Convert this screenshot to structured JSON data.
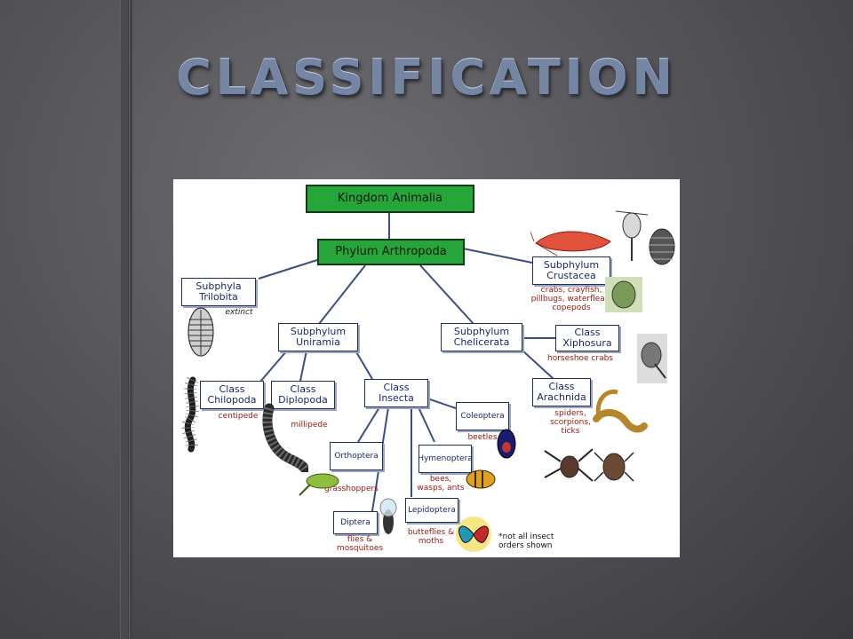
{
  "slide": {
    "title": "CLASSIFICATION"
  },
  "diagram": {
    "kingdom": "Kingdom Animalia",
    "phylum": "Phylum Arthropoda",
    "trilobita": {
      "line1": "Subphyla",
      "line2": "Trilobita",
      "note": "extinct"
    },
    "crustacea": {
      "line1": "Subphylum",
      "line2": "Crustacea",
      "note": "crabs, crayfish, pillbugs, waterfleas, copepods"
    },
    "uniramia": {
      "line1": "Subphylum",
      "line2": "Uniramia"
    },
    "chelicerata": {
      "line1": "Subphylum",
      "line2": "Chelicerata"
    },
    "xiphosura": {
      "line1": "Class",
      "line2": "Xiphosura",
      "note": "horseshoe crabs"
    },
    "arachnida": {
      "line1": "Class",
      "line2": "Arachnida",
      "note": "spiders, scorpions, ticks"
    },
    "chilopoda": {
      "line1": "Class",
      "line2": "Chilopoda",
      "note": "centipede"
    },
    "diplopoda": {
      "line1": "Class",
      "line2": "Diplopoda",
      "note": "millipede"
    },
    "insecta": {
      "line1": "Class",
      "line2": "Insecta"
    },
    "coleoptera": {
      "label": "Coleoptera",
      "note": "beetles"
    },
    "orthoptera": {
      "label": "Orthoptera",
      "note": "grasshoppers"
    },
    "hymenoptera": {
      "label": "Hymenoptera",
      "note": "bees, wasps, ants"
    },
    "diptera": {
      "label": "Diptera",
      "note": "flies & mosquitoes"
    },
    "lepidoptera": {
      "label": "Lepidoptera",
      "note": "butteflies & moths"
    },
    "footnote": "*not all insect orders shown"
  },
  "colors": {
    "connector": "#3b4d86",
    "green": "#26a63a",
    "note_red": "#a21a14",
    "title": "#7486a3"
  }
}
